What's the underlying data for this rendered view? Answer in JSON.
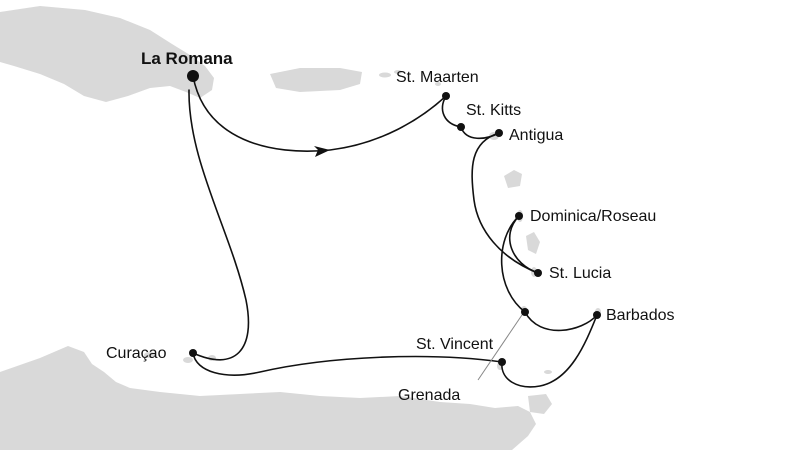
{
  "colors": {
    "land": "#d9d9d9",
    "sea": "#ffffff",
    "route": "#111111",
    "port": "#111111"
  },
  "ports": [
    {
      "name": "La Romana",
      "start": true
    },
    {
      "name": "St. Maarten"
    },
    {
      "name": "St. Kitts"
    },
    {
      "name": "Antigua"
    },
    {
      "name": "Dominica/Roseau"
    },
    {
      "name": "St. Lucia"
    },
    {
      "name": "Barbados"
    },
    {
      "name": "St. Vincent"
    },
    {
      "name": "Grenada"
    },
    {
      "name": "Curaçao"
    }
  ]
}
